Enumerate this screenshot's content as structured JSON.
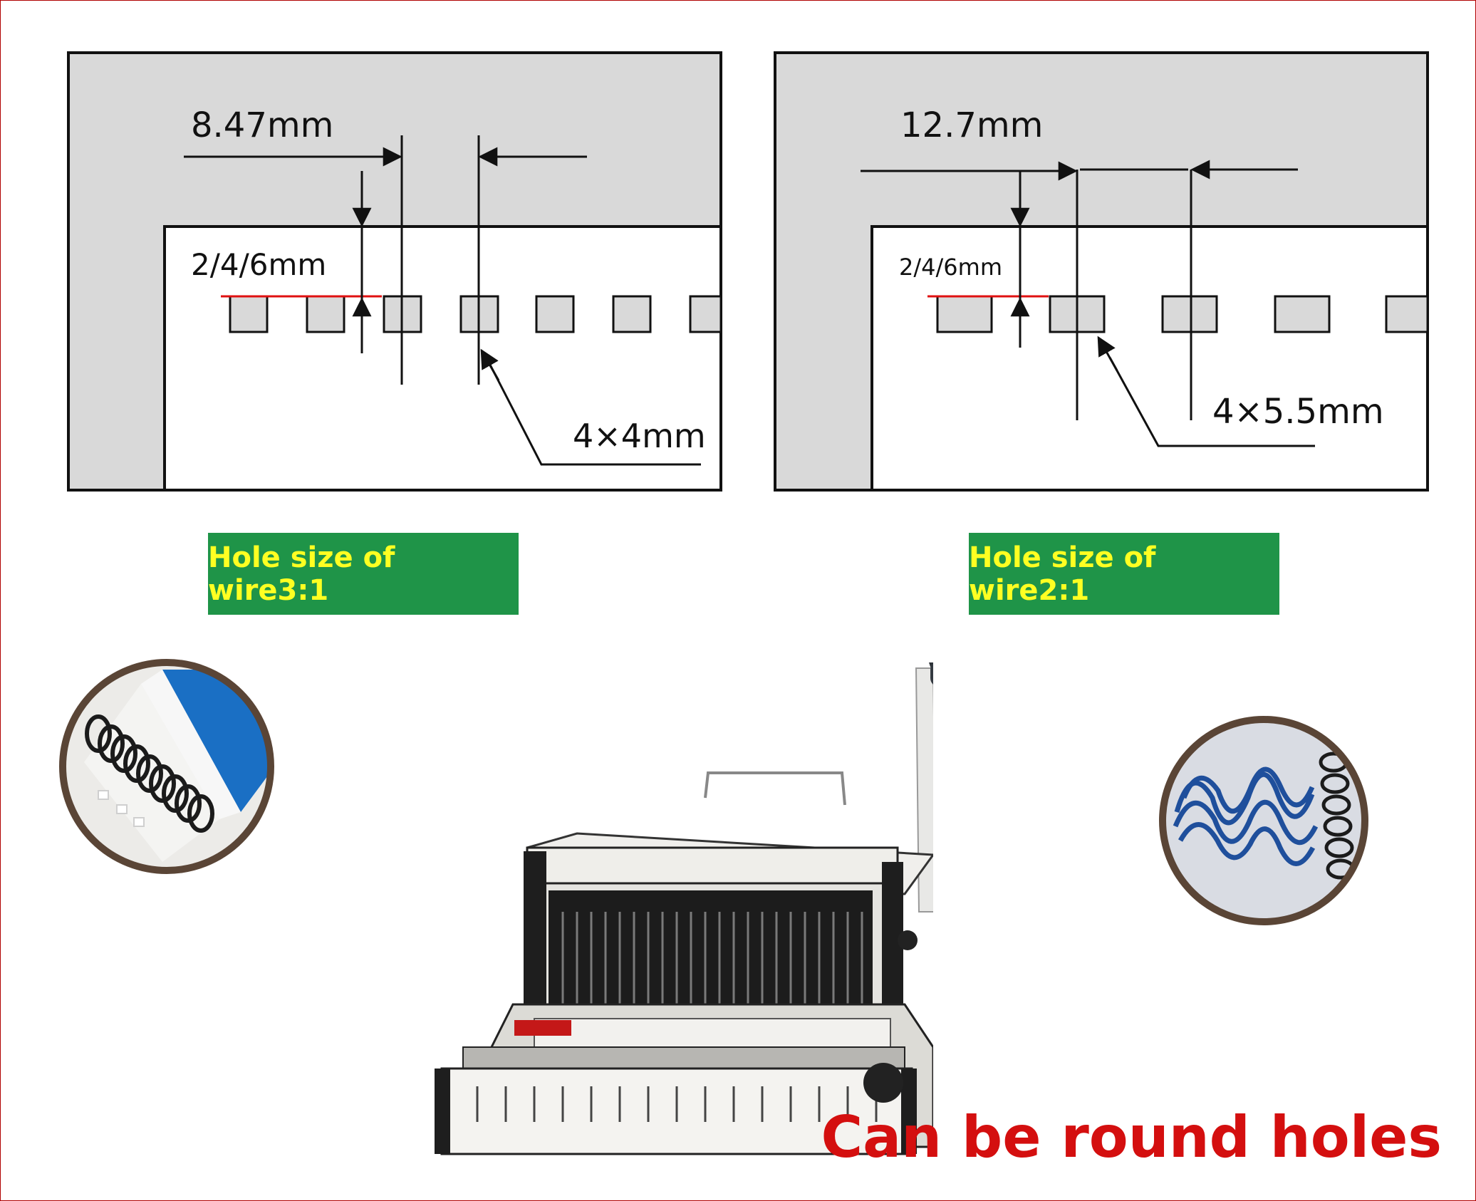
{
  "diagrams": {
    "left": {
      "pitch": "8.47mm",
      "margin": "2/4/6mm",
      "hole": "4×4mm"
    },
    "right": {
      "pitch": "12.7mm",
      "margin": "2/4/6mm",
      "hole": "4×5.5mm"
    }
  },
  "badges": {
    "left": "Hole size of wire3:1",
    "right": "Hole size of wire2:1"
  },
  "caption": "Can be round holes",
  "colors": {
    "badge_bg": "#1f9448",
    "badge_text": "#ffff22",
    "caption": "#d40f0f",
    "paper_gray": "#d9d9d9",
    "margin_line": "#e01010",
    "photo_ring": "#5a4536"
  }
}
